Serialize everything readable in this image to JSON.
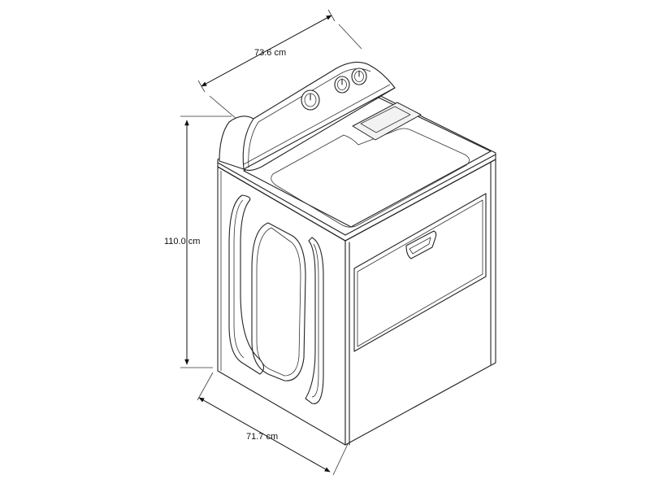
{
  "dimensions": {
    "width": "73.6 cm",
    "height": "110.0 cm",
    "depth": "71.7 cm"
  }
}
